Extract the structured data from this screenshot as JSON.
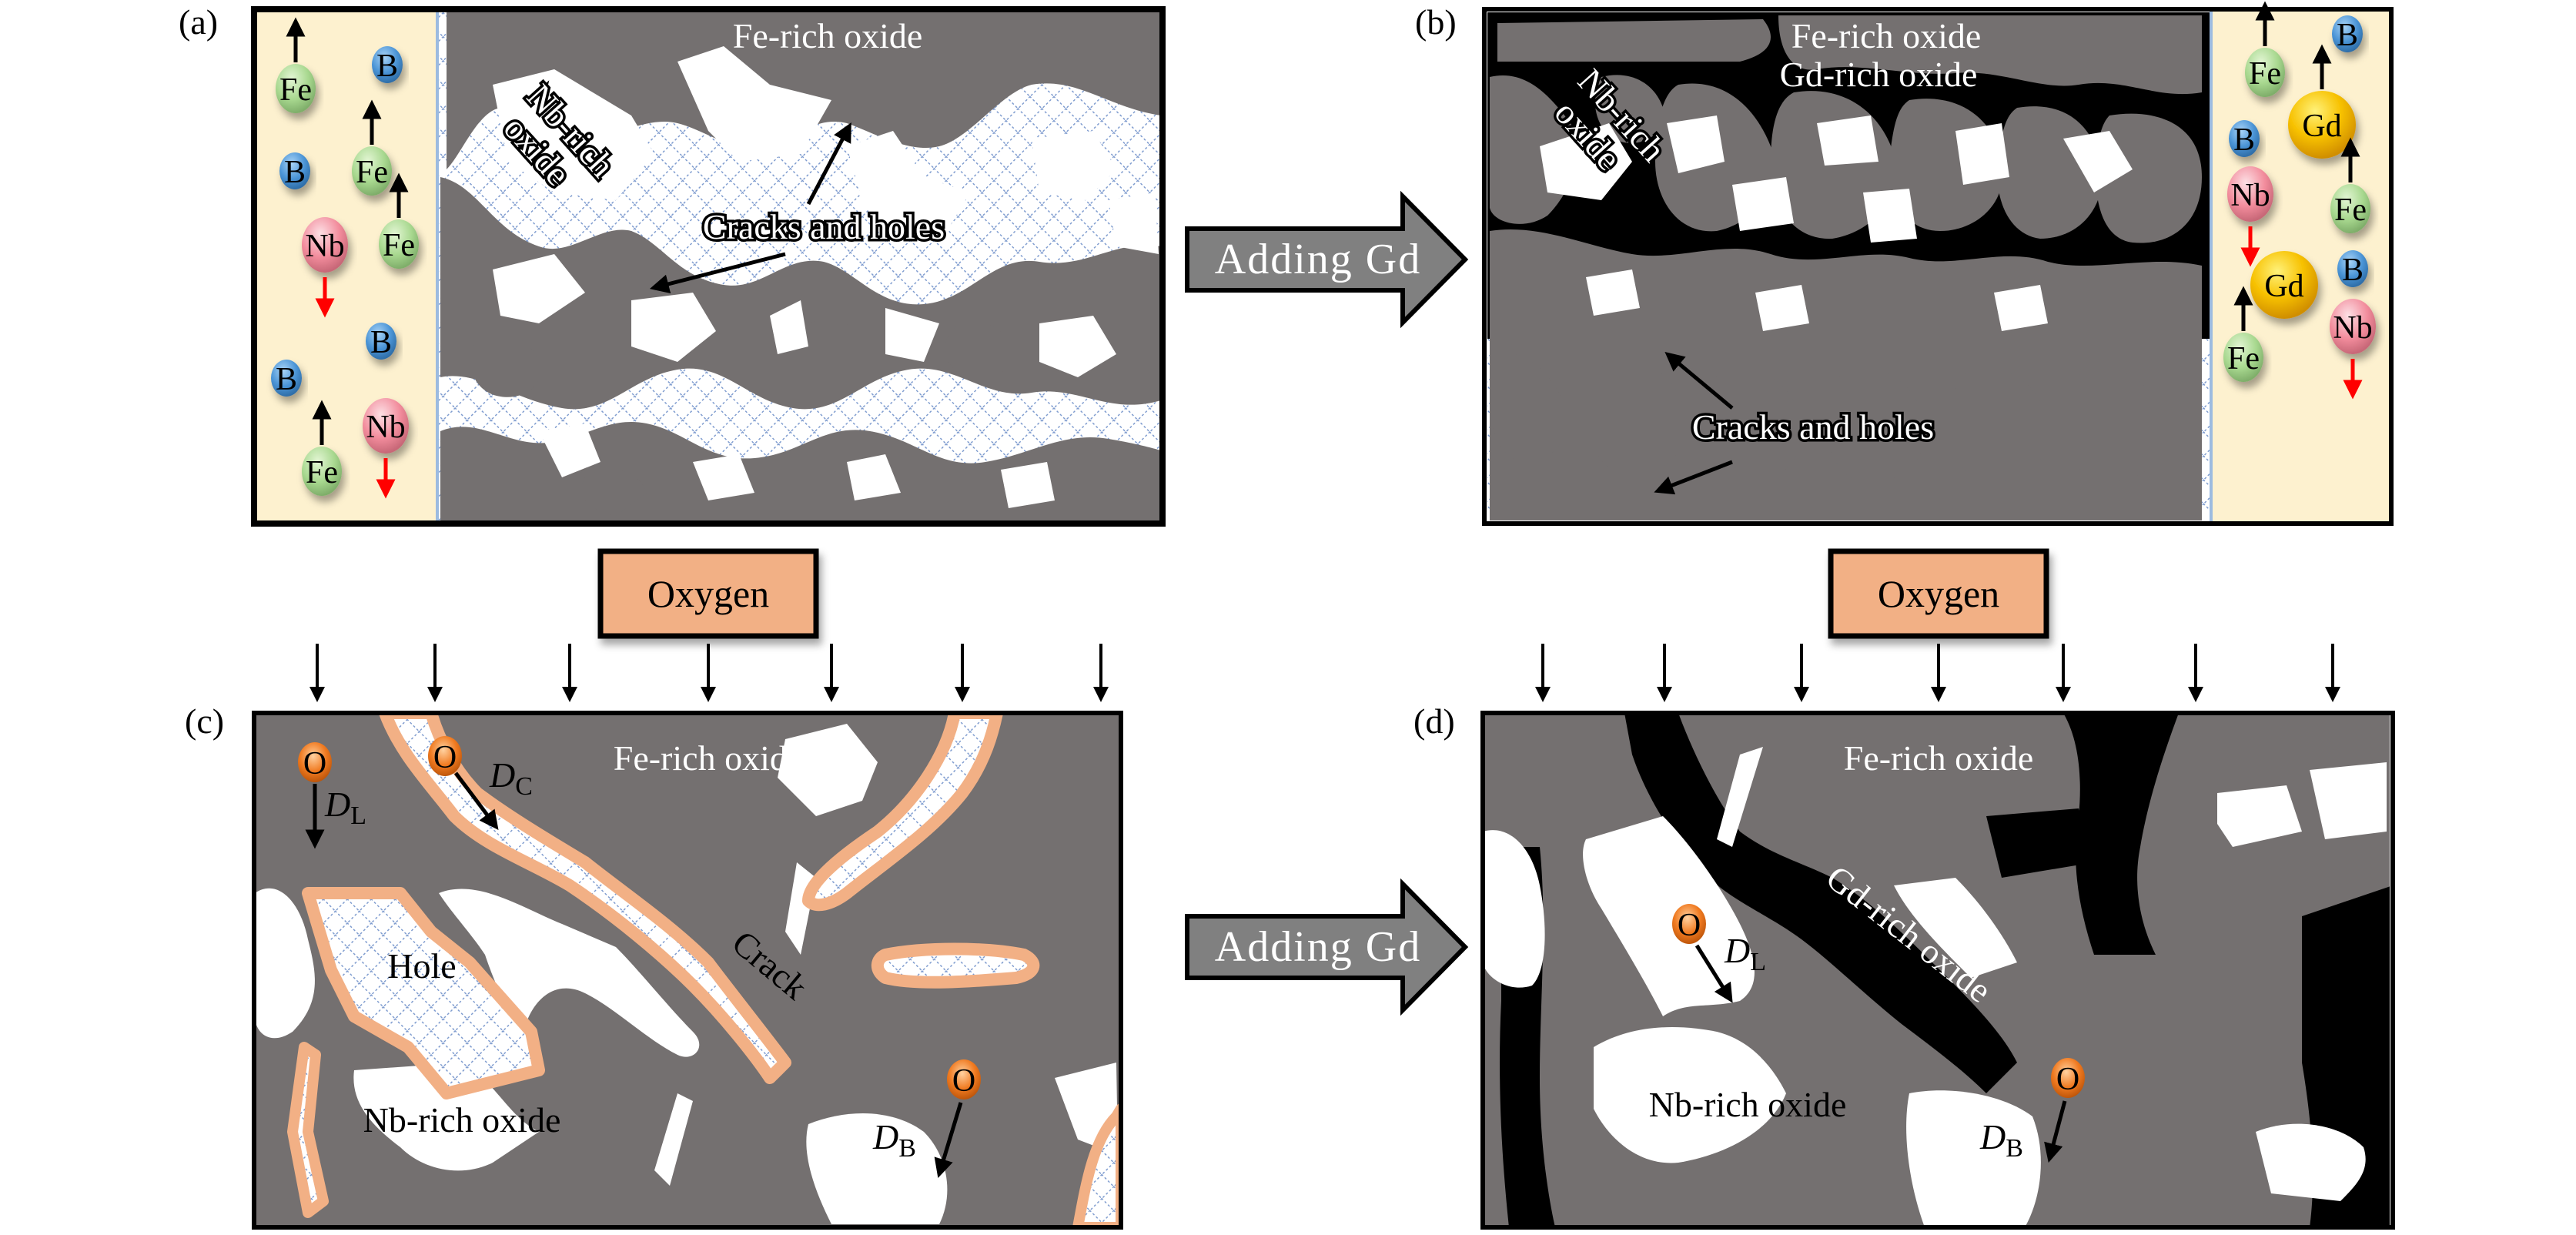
{
  "figure": {
    "panels": {
      "a": {
        "label": "(a)",
        "fe_rich": "Fe-rich oxide",
        "nb_rich_line1": "Nb-rich",
        "nb_rich_line2": "oxide",
        "cracks": "Cracks and holes",
        "atoms": [
          {
            "symbol": "Fe",
            "kind": "fe",
            "arrow": "up"
          },
          {
            "symbol": "B",
            "kind": "b",
            "arrow": "none"
          },
          {
            "symbol": "Fe",
            "kind": "fe",
            "arrow": "up"
          },
          {
            "symbol": "B",
            "kind": "b",
            "arrow": "none"
          },
          {
            "symbol": "Nb",
            "kind": "nb",
            "arrow": "down"
          },
          {
            "symbol": "Fe",
            "kind": "fe",
            "arrow": "up"
          },
          {
            "symbol": "B",
            "kind": "b",
            "arrow": "none"
          },
          {
            "symbol": "B",
            "kind": "b",
            "arrow": "none"
          },
          {
            "symbol": "Nb",
            "kind": "nb",
            "arrow": "down"
          },
          {
            "symbol": "Fe",
            "kind": "fe",
            "arrow": "up"
          }
        ]
      },
      "b": {
        "label": "(b)",
        "fe_rich": "Fe-rich oxide",
        "gd_rich": "Gd-rich oxide",
        "nb_rich_line1": "Nb-rich",
        "nb_rich_line2": "oxide",
        "cracks": "Cracks and holes",
        "atoms": [
          {
            "symbol": "Fe",
            "kind": "fe",
            "arrow": "up"
          },
          {
            "symbol": "B",
            "kind": "b",
            "arrow": "none"
          },
          {
            "symbol": "Gd",
            "kind": "gd",
            "arrow": "up"
          },
          {
            "symbol": "B",
            "kind": "b",
            "arrow": "none"
          },
          {
            "symbol": "Nb",
            "kind": "nb",
            "arrow": "down"
          },
          {
            "symbol": "Fe",
            "kind": "fe",
            "arrow": "up"
          },
          {
            "symbol": "Gd",
            "kind": "gd",
            "arrow": "none"
          },
          {
            "symbol": "B",
            "kind": "b",
            "arrow": "none"
          },
          {
            "symbol": "Nb",
            "kind": "nb",
            "arrow": "down"
          },
          {
            "symbol": "Fe",
            "kind": "fe",
            "arrow": "up"
          }
        ]
      },
      "c": {
        "label": "(c)",
        "fe_rich": "Fe-rich oxide",
        "nb_rich": "Nb-rich oxide",
        "hole": "Hole",
        "crack": "Crack",
        "oxygen_atom": "O",
        "d_l": {
          "main": "D",
          "sub": "L"
        },
        "d_c": {
          "main": "D",
          "sub": "C"
        },
        "d_b": {
          "main": "D",
          "sub": "B"
        }
      },
      "d": {
        "label": "(d)",
        "fe_rich": "Fe-rich oxide",
        "gd_rich": "Gd-rich oxide",
        "nb_rich": "Nb-rich oxide",
        "oxygen_atom": "O",
        "d_l": {
          "main": "D",
          "sub": "L"
        },
        "d_b": {
          "main": "D",
          "sub": "B"
        }
      }
    },
    "process_arrows": {
      "top": "Adding Gd",
      "bottom": "Adding Gd"
    },
    "oxygen_boxes": {
      "left": "Oxygen",
      "right": "Oxygen"
    },
    "colors": {
      "fe_oxide_grey": "#747070",
      "gd_oxide_black": "#000000",
      "nb_oxide_white": "#ffffff",
      "crack_hatch": "#7f9ccf",
      "crack_rim": "#f2b085",
      "alloy_cream": "#fdf1cf",
      "oxygen_box": "#f2b085",
      "arrow_grey": "#808080",
      "atom_fe": "#a8d88f",
      "atom_b": "#4a94d6",
      "atom_nb": "#f28c9c",
      "atom_gd": "#f7b500",
      "atom_o": "#f07a20",
      "segregation_arrow_red": "#ff0000"
    }
  }
}
